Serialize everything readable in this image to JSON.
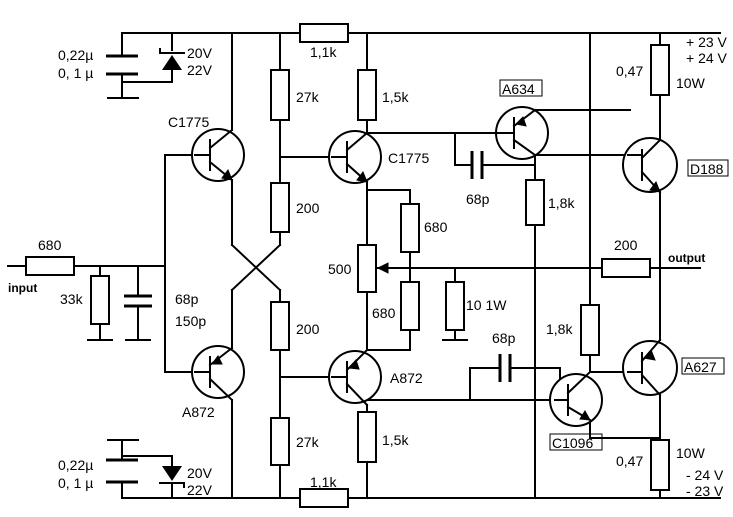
{
  "labels": {
    "input": "input",
    "output": "output",
    "r_in": "680",
    "r_33k": "33k",
    "c_in": "68p\n150p",
    "c_top_a": "0,22µ",
    "c_top_b": "0, 1 µ",
    "z_top_a": "20V",
    "z_top_b": "22V",
    "c_bot_a": "0,22µ",
    "c_bot_b": "0, 1 µ",
    "z_bot_a": "20V",
    "z_bot_b": "22V",
    "q1": "C1775",
    "q2": "A872",
    "q3": "C1775",
    "q4": "A872",
    "q5": "A634",
    "q6": "C1096",
    "q7": "D188",
    "q8": "A627",
    "r_top_link": "1,1k",
    "r_bot_link": "1,1k",
    "r_27k_top": "27k",
    "r_27k_bot": "27k",
    "r_200_top": "200",
    "r_200_bot": "200",
    "r_1k5_top": "1,5k",
    "r_1k5_bot": "1,5k",
    "r_680_a": "680",
    "r_680_b": "680",
    "pot_500": "500",
    "r_10_1w": "10  1W",
    "c_68p_top": "68p",
    "c_68p_bot": "68p",
    "r_1k8_top": "1,8k",
    "r_1k8_bot": "1,8k",
    "r_200_out": "200",
    "r_047_top": "0,47",
    "r_047_bot": "0,47",
    "w10_top": "10W",
    "w10_bot": "10W",
    "supply_pos_a": "+ 23 V",
    "supply_pos_b": "+ 24 V",
    "supply_neg_a": "- 24 V",
    "supply_neg_b": "- 23 V"
  }
}
